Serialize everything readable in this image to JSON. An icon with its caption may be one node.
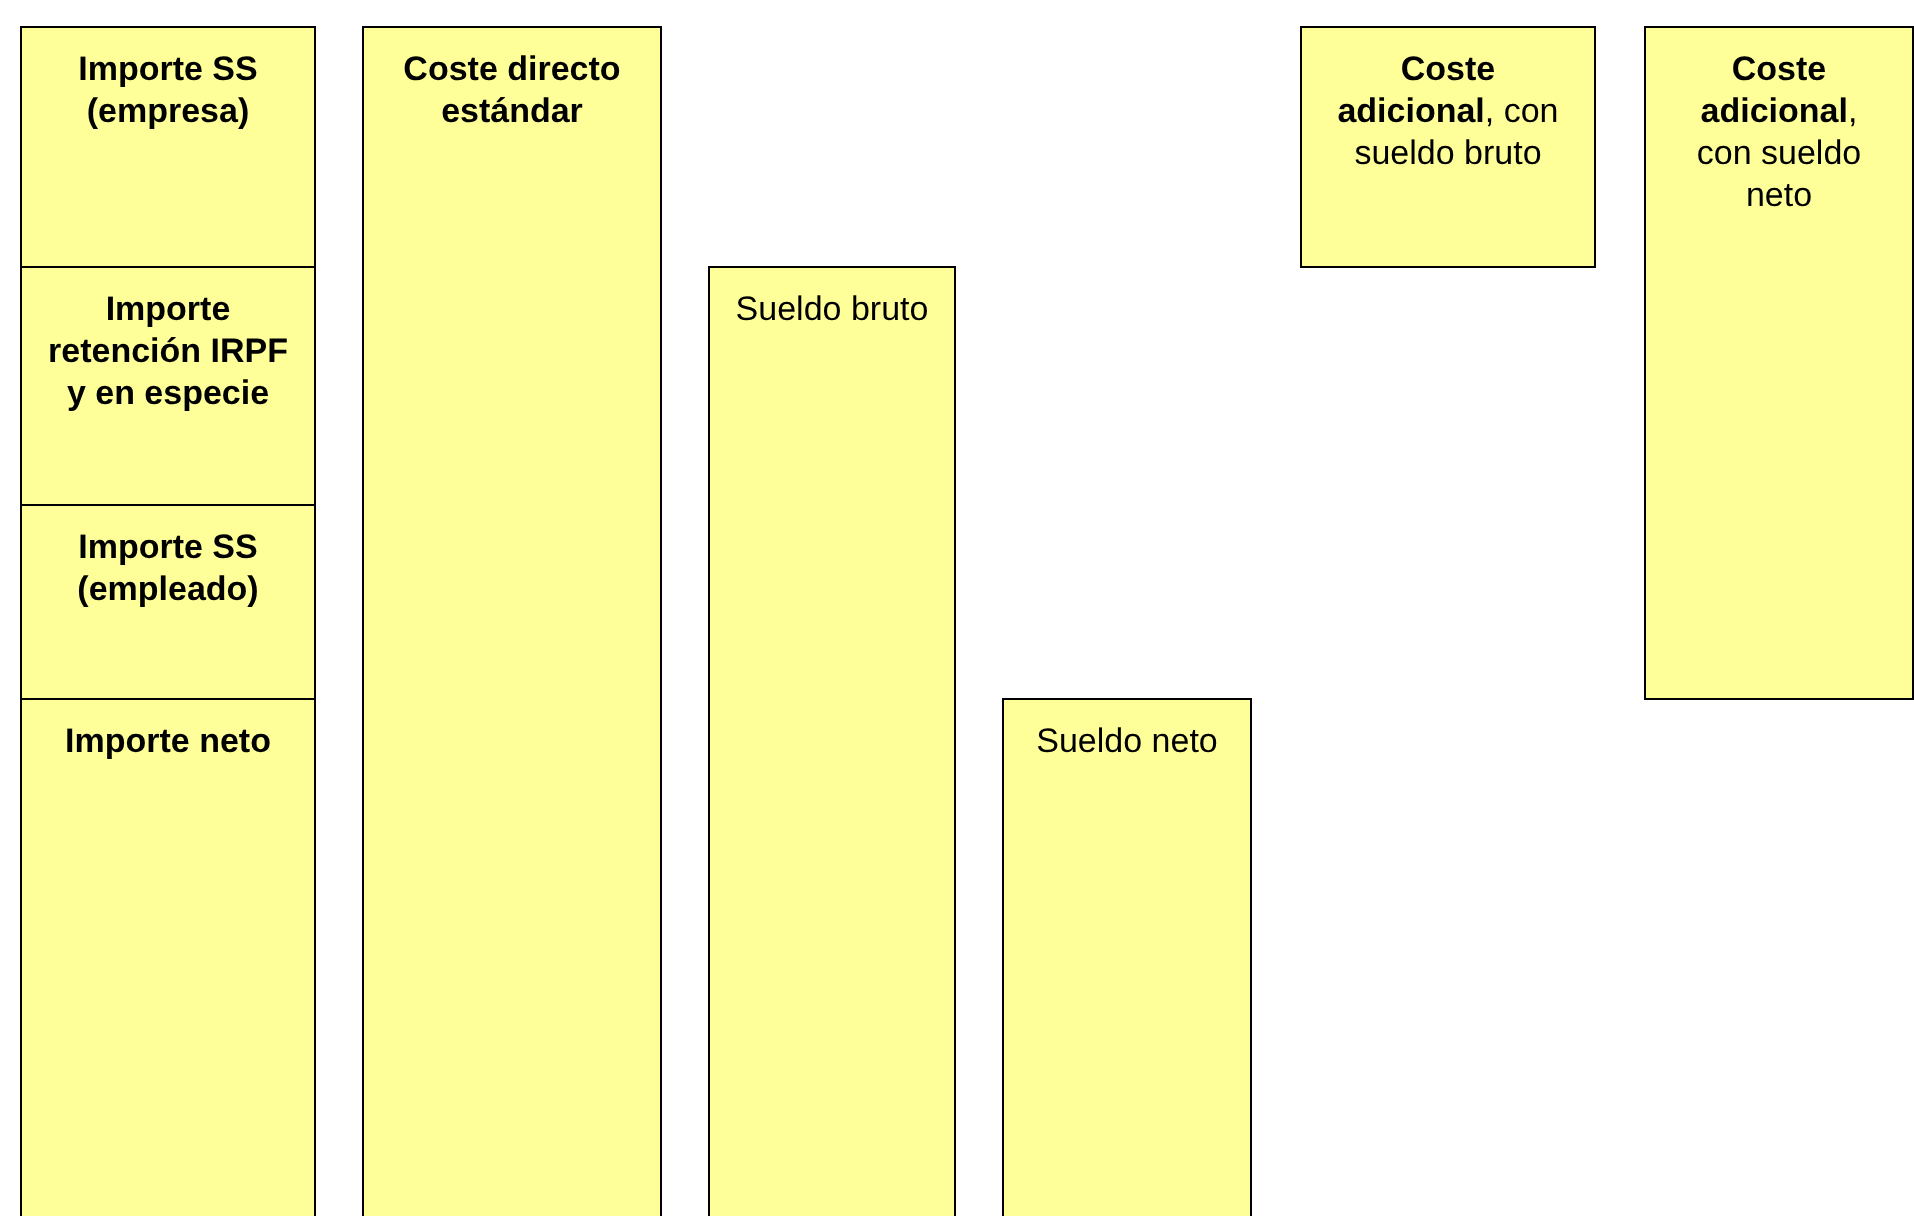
{
  "diagram": {
    "nodes": [
      {
        "text": [
          "Importe SS (empresa)"
        ]
      },
      {
        "text": [
          "Importe retención IRPF y en especie"
        ]
      },
      {
        "text": [
          "Importe SS (empleado)"
        ]
      },
      {
        "text": [
          "Importe neto"
        ]
      },
      {
        "text": [
          "Coste directo estándar"
        ]
      },
      {
        "text": [
          "Sueldo bruto"
        ]
      },
      {
        "text": [
          "Sueldo neto"
        ]
      },
      {
        "text": [
          "**Coste adicional**, con sueldo bruto"
        ]
      },
      {
        "text": [
          "**Coste adicional**, con sueldo neto"
        ]
      }
    ]
  }
}
